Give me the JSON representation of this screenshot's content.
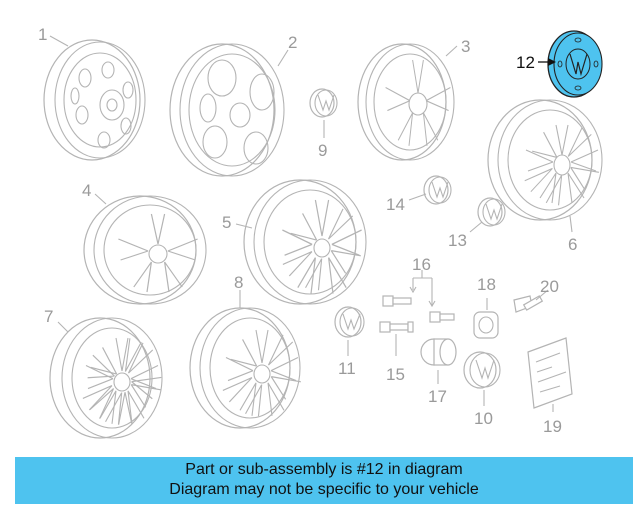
{
  "diagram": {
    "highlight_color": "#4ec3ef",
    "highlighted_part": "12",
    "callouts": [
      {
        "id": "c1",
        "label": "1"
      },
      {
        "id": "c2",
        "label": "2"
      },
      {
        "id": "c3",
        "label": "3"
      },
      {
        "id": "c4",
        "label": "4"
      },
      {
        "id": "c5",
        "label": "5"
      },
      {
        "id": "c6",
        "label": "6"
      },
      {
        "id": "c7",
        "label": "7"
      },
      {
        "id": "c8",
        "label": "8"
      },
      {
        "id": "c9",
        "label": "9"
      },
      {
        "id": "c10",
        "label": "10"
      },
      {
        "id": "c11",
        "label": "11"
      },
      {
        "id": "c12",
        "label": "12"
      },
      {
        "id": "c13",
        "label": "13"
      },
      {
        "id": "c14",
        "label": "14"
      },
      {
        "id": "c15",
        "label": "15"
      },
      {
        "id": "c16",
        "label": "16"
      },
      {
        "id": "c17",
        "label": "17"
      },
      {
        "id": "c18",
        "label": "18"
      },
      {
        "id": "c19",
        "label": "19"
      },
      {
        "id": "c20",
        "label": "20"
      }
    ]
  },
  "footer": {
    "line1": "Part or sub-assembly is #12 in diagram",
    "line2": "Diagram may not be specific to your vehicle"
  }
}
